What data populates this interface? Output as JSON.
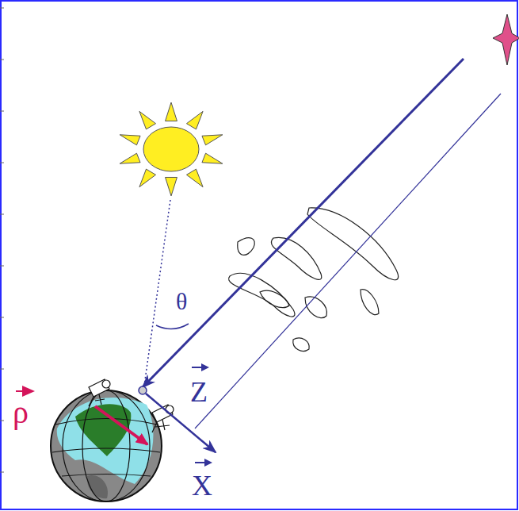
{
  "diagram": {
    "labels": [
      "θ",
      "Z",
      "X",
      "ρ"
    ]
  }
}
